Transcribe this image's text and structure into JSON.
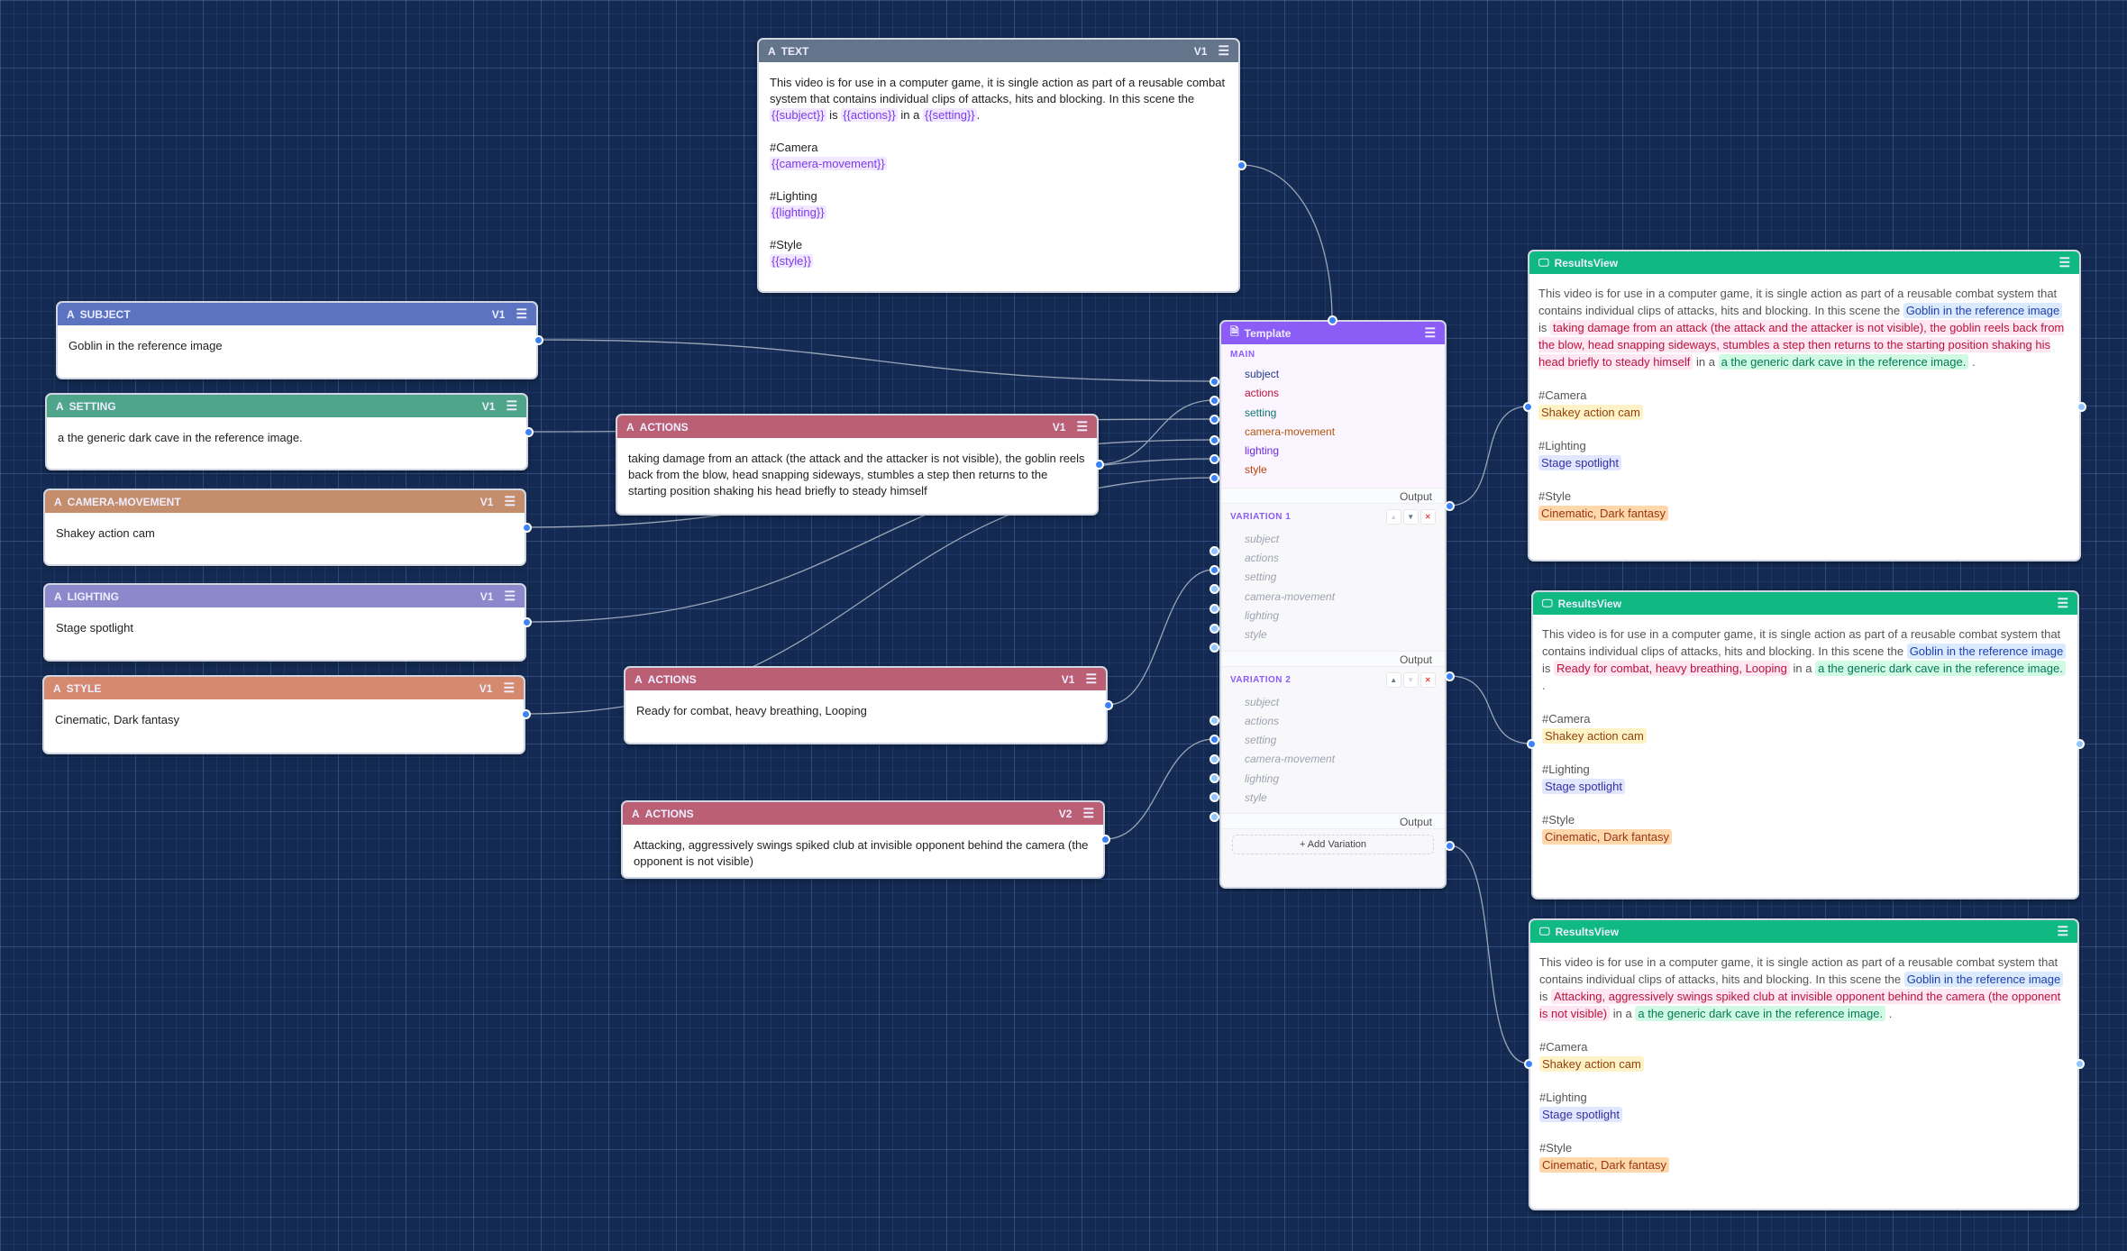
{
  "colors": {
    "text": "#64748b",
    "subject": "#5b73c0",
    "setting": "#4ea58a",
    "camera": "#c48d6c",
    "lighting": "#8b88cc",
    "style": "#d58a70",
    "actions": "#bb5f75",
    "template": "#8b5cf6",
    "results": "#10b981"
  },
  "text_node": {
    "title": "TEXT",
    "version": "v1",
    "segments": [
      {
        "t": "This video is for use in a computer game, it is single action as part of a reusable combat system that contains individual clips of attacks, hits and blocking. In this scene the "
      },
      {
        "v": "{{subject}}"
      },
      {
        "t": " is "
      },
      {
        "v": "{{actions}}"
      },
      {
        "t": " in a "
      },
      {
        "v": "{{setting}}"
      },
      {
        "t": "."
      }
    ],
    "camera_heading": "#Camera",
    "camera_var": "{{camera-movement}}",
    "lighting_heading": "#Lighting",
    "lighting_var": "{{lighting}}",
    "style_heading": "#Style",
    "style_var": "{{style}}"
  },
  "input_nodes": [
    {
      "id": "subject",
      "title": "SUBJECT",
      "version": "v1",
      "text": "Goblin in the reference image"
    },
    {
      "id": "setting",
      "title": "SETTING",
      "version": "v1",
      "text": "a the generic dark cave in the reference image."
    },
    {
      "id": "camera",
      "title": "CAMERA-MOVEMENT",
      "version": "v1",
      "text": "Shakey action cam"
    },
    {
      "id": "lighting",
      "title": "LIGHTING",
      "version": "v1",
      "text": "Stage spotlight"
    },
    {
      "id": "style",
      "title": "STYLE",
      "version": "v1",
      "text": "Cinematic, Dark fantasy"
    },
    {
      "id": "actions1",
      "title": "ACTIONS",
      "version": "v1",
      "text": "taking damage from an attack (the attack and the attacker is not visible), the goblin reels back from the blow, head snapping sideways, stumbles a step then returns to the starting position shaking his head briefly to steady himself"
    },
    {
      "id": "actions2",
      "title": "ACTIONS",
      "version": "v1",
      "text": "Ready for combat, heavy breathing, Looping"
    },
    {
      "id": "actions3",
      "title": "ACTIONS",
      "version": "v2",
      "text": "Attacking, aggressively swings spiked club at invisible opponent behind the camera (the opponent is not visible)"
    }
  ],
  "template": {
    "title": "Template",
    "main_label": "MAIN",
    "fields": [
      "subject",
      "actions",
      "setting",
      "camera-movement",
      "lighting",
      "style"
    ],
    "output_label": "Output",
    "variations": [
      {
        "label": "VARIATION 1"
      },
      {
        "label": "VARIATION 2"
      }
    ],
    "add_variation": "+ Add Variation"
  },
  "results": {
    "title": "ResultsView",
    "intro": "This video is for use in a computer game, it is single action as part of a reusable combat system that contains individual clips of attacks, hits and blocking. In this scene the",
    "is": "is",
    "in_a": "in a",
    "period": ".",
    "subject": "Goblin in the reference image",
    "setting": "a the generic dark cave in the reference image.",
    "camera_heading": "#Camera",
    "camera": "Shakey action cam",
    "lighting_heading": "#Lighting",
    "lighting": "Stage spotlight",
    "style_heading": "#Style",
    "style": "Cinematic, Dark fantasy",
    "views": [
      {
        "actions": "taking damage from an attack (the attack and the attacker is not visible), the goblin reels back from the blow, head snapping sideways, stumbles a step then returns to the starting position shaking his head briefly to steady himself"
      },
      {
        "actions": "Ready for combat, heavy breathing, Looping"
      },
      {
        "actions": "Attacking, aggressively swings spiked club at invisible opponent behind the camera (the opponent is not visible)"
      }
    ]
  }
}
